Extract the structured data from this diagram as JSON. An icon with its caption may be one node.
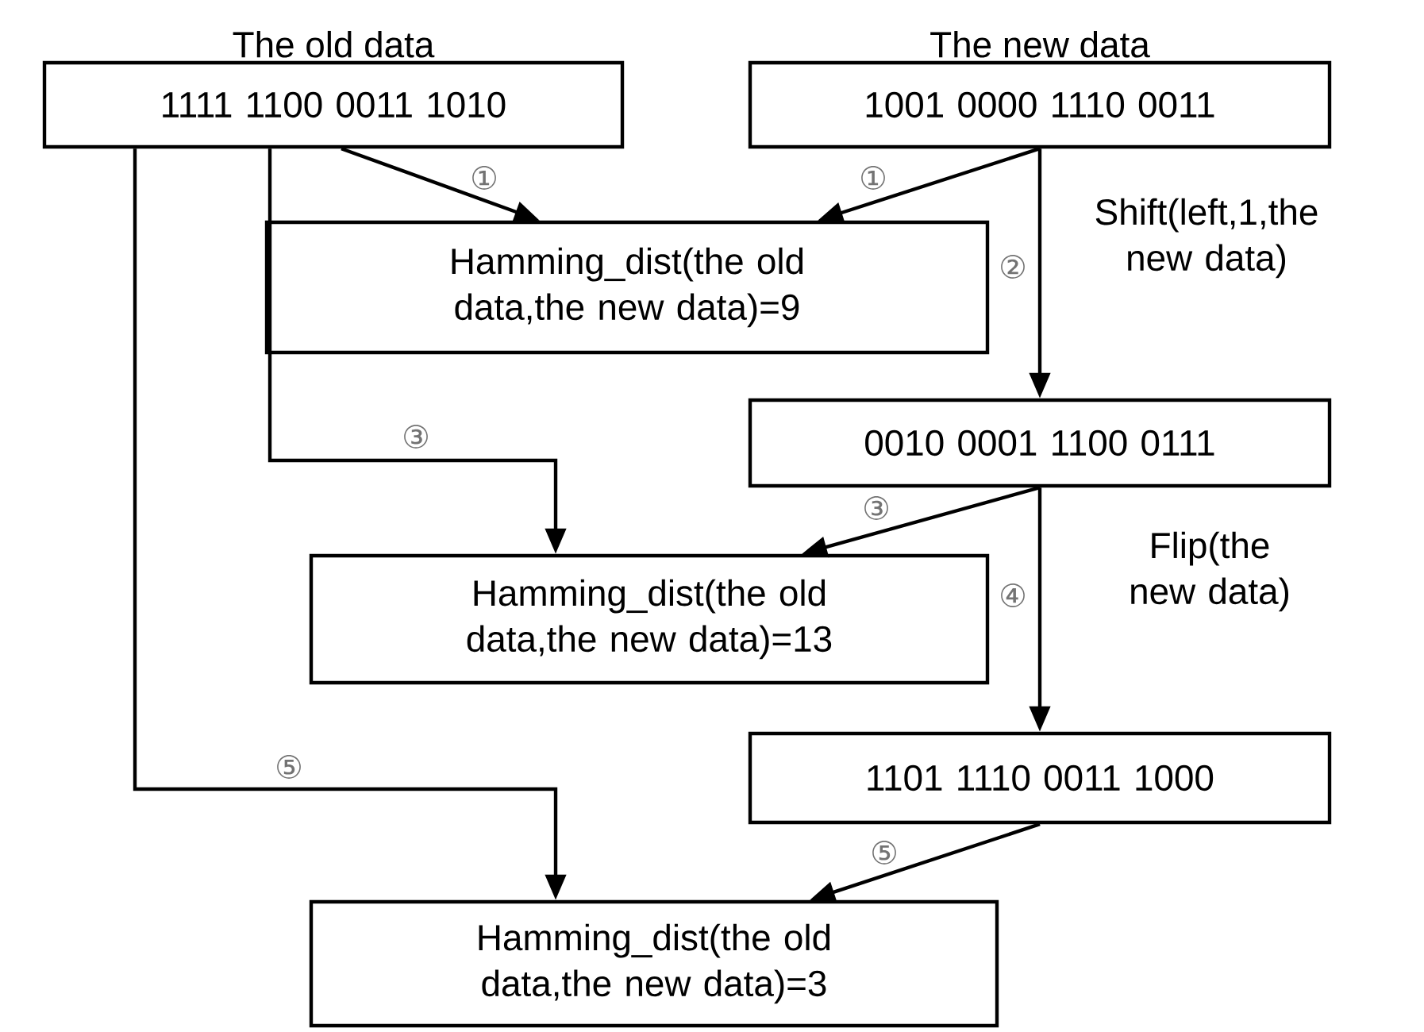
{
  "diagram": {
    "nodes": [
      {
        "text": [
          "The old data",
          "1111 1100 0011 1010"
        ]
      },
      {
        "text": [
          "The new data",
          "1001 0000 1110 0011"
        ]
      },
      {
        "text": [
          "Hamming_dist(the old data,the new data)=9"
        ]
      },
      {
        "text": [
          "0010 0001 1100 0111"
        ]
      },
      {
        "text": [
          "Hamming_dist(the old data,the new data)=13"
        ]
      },
      {
        "text": [
          "1101 1110 0011 1000"
        ]
      },
      {
        "text": [
          "Hamming_dist(the old data,the new data)=3"
        ]
      }
    ],
    "edges": [
      {
        "from": 0,
        "to": 2,
        "arrow": "to",
        "label": "①"
      },
      {
        "from": 1,
        "to": 2,
        "arrow": "to",
        "label": "①"
      },
      {
        "from": 1,
        "to": 3,
        "arrow": "to",
        "label": "②"
      },
      {
        "from": 0,
        "to": 4,
        "arrow": "to",
        "label": "③"
      },
      {
        "from": 3,
        "to": 4,
        "arrow": "to",
        "label": "③"
      },
      {
        "from": 3,
        "to": 5,
        "arrow": "to",
        "label": "④"
      },
      {
        "from": 0,
        "to": 6,
        "arrow": "to",
        "label": "⑤"
      },
      {
        "from": 5,
        "to": 6,
        "arrow": "to",
        "label": "⑤"
      }
    ],
    "labels": [
      "Shift(left,1,the new data)",
      "Flip(the new data)"
    ]
  }
}
